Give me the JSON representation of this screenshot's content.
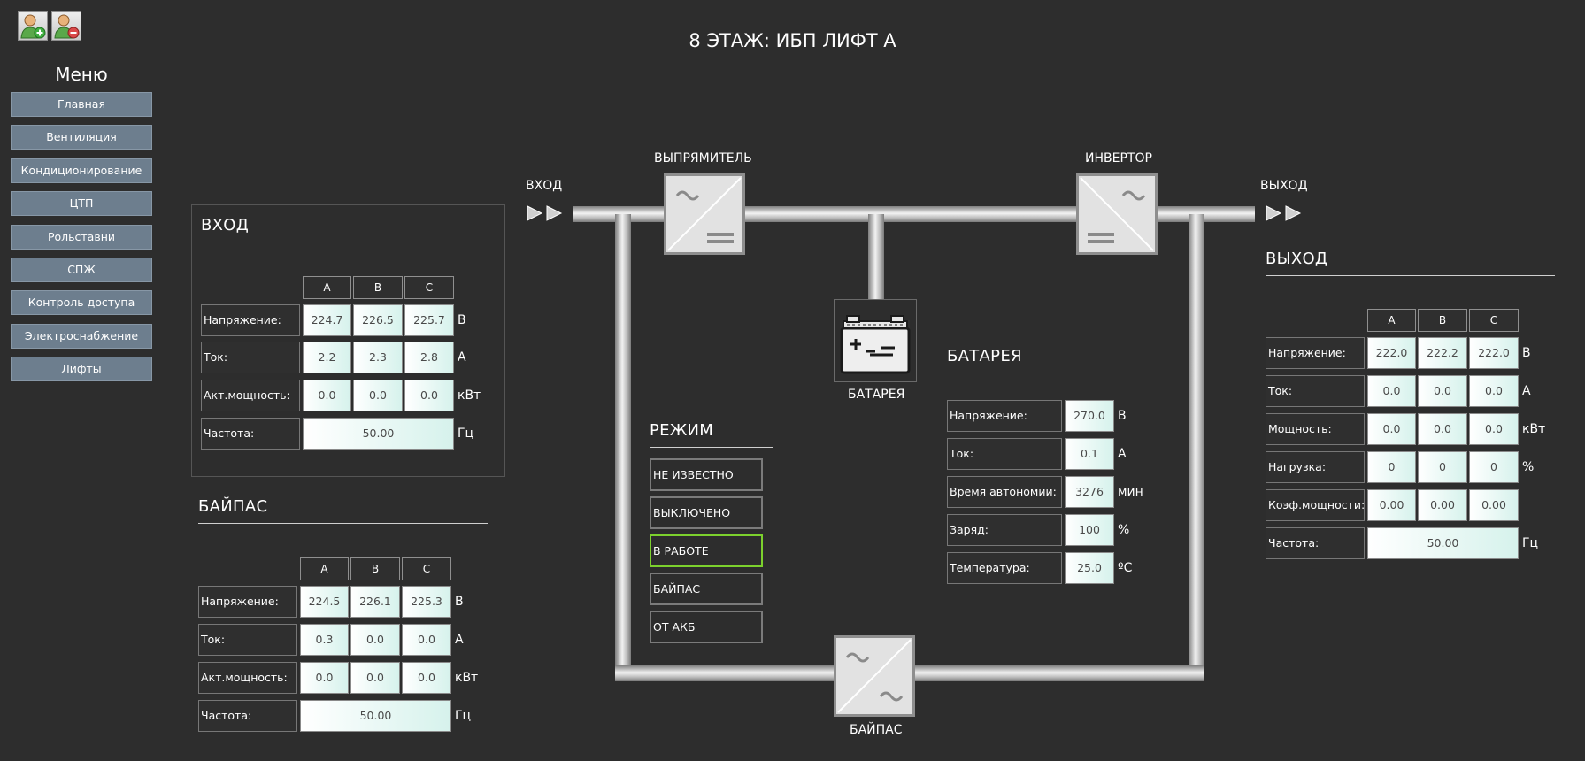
{
  "title": "8 ЭТАЖ: ИБП ЛИФТ А",
  "toolbar": {
    "icons": [
      "user-add-icon",
      "user-remove-icon"
    ]
  },
  "menu": {
    "title": "Меню",
    "items": [
      "Главная",
      "Вентиляция",
      "Кондиционирование",
      "ЦТП",
      "Рольставни",
      "СПЖ",
      "Контроль доступа",
      "Электроснабжение",
      "Лифты"
    ]
  },
  "input": {
    "title": "ВХОД",
    "phases": [
      "A",
      "B",
      "C"
    ],
    "rows": [
      {
        "label": "Напряжение:",
        "values": [
          "224.7",
          "226.5",
          "225.7"
        ],
        "unit": "В"
      },
      {
        "label": "Ток:",
        "values": [
          "2.2",
          "2.3",
          "2.8"
        ],
        "unit": "А"
      },
      {
        "label": "Акт.мощность:",
        "values": [
          "0.0",
          "0.0",
          "0.0"
        ],
        "unit": "кВт"
      },
      {
        "label": "Частота:",
        "value": "50.00",
        "unit": "Гц"
      }
    ]
  },
  "bypass": {
    "title": "БАЙПАС",
    "phases": [
      "A",
      "B",
      "C"
    ],
    "rows": [
      {
        "label": "Напряжение:",
        "values": [
          "224.5",
          "226.1",
          "225.3"
        ],
        "unit": "В"
      },
      {
        "label": "Ток:",
        "values": [
          "0.3",
          "0.0",
          "0.0"
        ],
        "unit": "А"
      },
      {
        "label": "Акт.мощность:",
        "values": [
          "0.0",
          "0.0",
          "0.0"
        ],
        "unit": "кВт"
      },
      {
        "label": "Частота:",
        "value": "50.00",
        "unit": "Гц"
      }
    ]
  },
  "output": {
    "title": "ВЫХОД",
    "phases": [
      "A",
      "B",
      "C"
    ],
    "rows": [
      {
        "label": "Напряжение:",
        "values": [
          "222.0",
          "222.2",
          "222.0"
        ],
        "unit": "В"
      },
      {
        "label": "Ток:",
        "values": [
          "0.0",
          "0.0",
          "0.0"
        ],
        "unit": "А"
      },
      {
        "label": "Мощность:",
        "values": [
          "0.0",
          "0.0",
          "0.0"
        ],
        "unit": "кВт"
      },
      {
        "label": "Нагрузка:",
        "values": [
          "0",
          "0",
          "0"
        ],
        "unit": "%"
      },
      {
        "label": "Коэф.мощности:",
        "values": [
          "0.00",
          "0.00",
          "0.00"
        ],
        "unit": ""
      },
      {
        "label": "Частота:",
        "value": "50.00",
        "unit": "Гц"
      }
    ]
  },
  "battery": {
    "title": "БАТАРЕЯ",
    "rows": [
      {
        "label": "Напряжение:",
        "value": "270.0",
        "unit": "В"
      },
      {
        "label": "Ток:",
        "value": "0.1",
        "unit": "А"
      },
      {
        "label": "Время автономии:",
        "value": "3276",
        "unit": "мин"
      },
      {
        "label": "Заряд:",
        "value": "100",
        "unit": "%"
      },
      {
        "label": "Температура:",
        "value": "25.0",
        "unit": "ºС"
      }
    ]
  },
  "mode": {
    "title": "РЕЖИМ",
    "items": [
      "НЕ ИЗВЕСТНО",
      "ВЫКЛЮЧЕНО",
      "В РАБОТЕ",
      "БАЙПАС",
      "ОТ АКБ"
    ],
    "active_index": 2,
    "active_color": "#7cd12d"
  },
  "diagram": {
    "input_label": "ВХОД",
    "output_label": "ВЫХОД",
    "rectifier_label": "ВЫПРЯМИТЕЛЬ",
    "inverter_label": "ИНВЕРТОР",
    "battery_label": "БАТАРЕЯ",
    "bypass_label": "БАЙПАС"
  },
  "colors": {
    "background": "#2d2d2d",
    "menu_button": "#6d7e8e",
    "value_cell": "#d6f2ec"
  }
}
